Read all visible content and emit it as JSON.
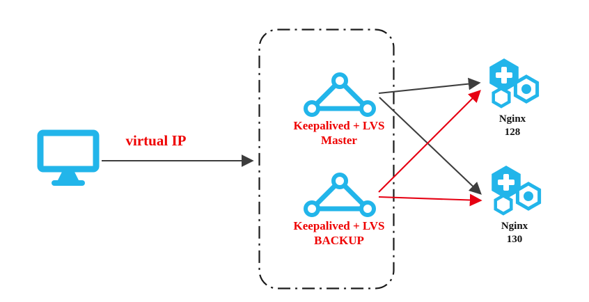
{
  "labels": {
    "virtual_ip": "virtual IP"
  },
  "nodes": {
    "master": {
      "line1": "Keepalived + LVS",
      "line2": "Master"
    },
    "backup": {
      "line1": "Keepalived + LVS",
      "line2": "BACKUP"
    },
    "nginx_128": {
      "line1": "Nginx",
      "line2": "128"
    },
    "nginx_130": {
      "line1": "Nginx",
      "line2": "130"
    }
  },
  "icons": {
    "client": "monitor-icon",
    "master": "network-triangle-icon",
    "backup": "network-triangle-icon",
    "nginx_128": "hexagon-cluster-icon",
    "nginx_130": "hexagon-cluster-icon"
  },
  "colors": {
    "icon_cyan": "#22b5ea",
    "label_red": "#ee0000",
    "arrow_dark": "#3d3d3d",
    "arrow_red": "#e60012",
    "box_border": "#1a1a1a",
    "background": "#ffffff"
  }
}
